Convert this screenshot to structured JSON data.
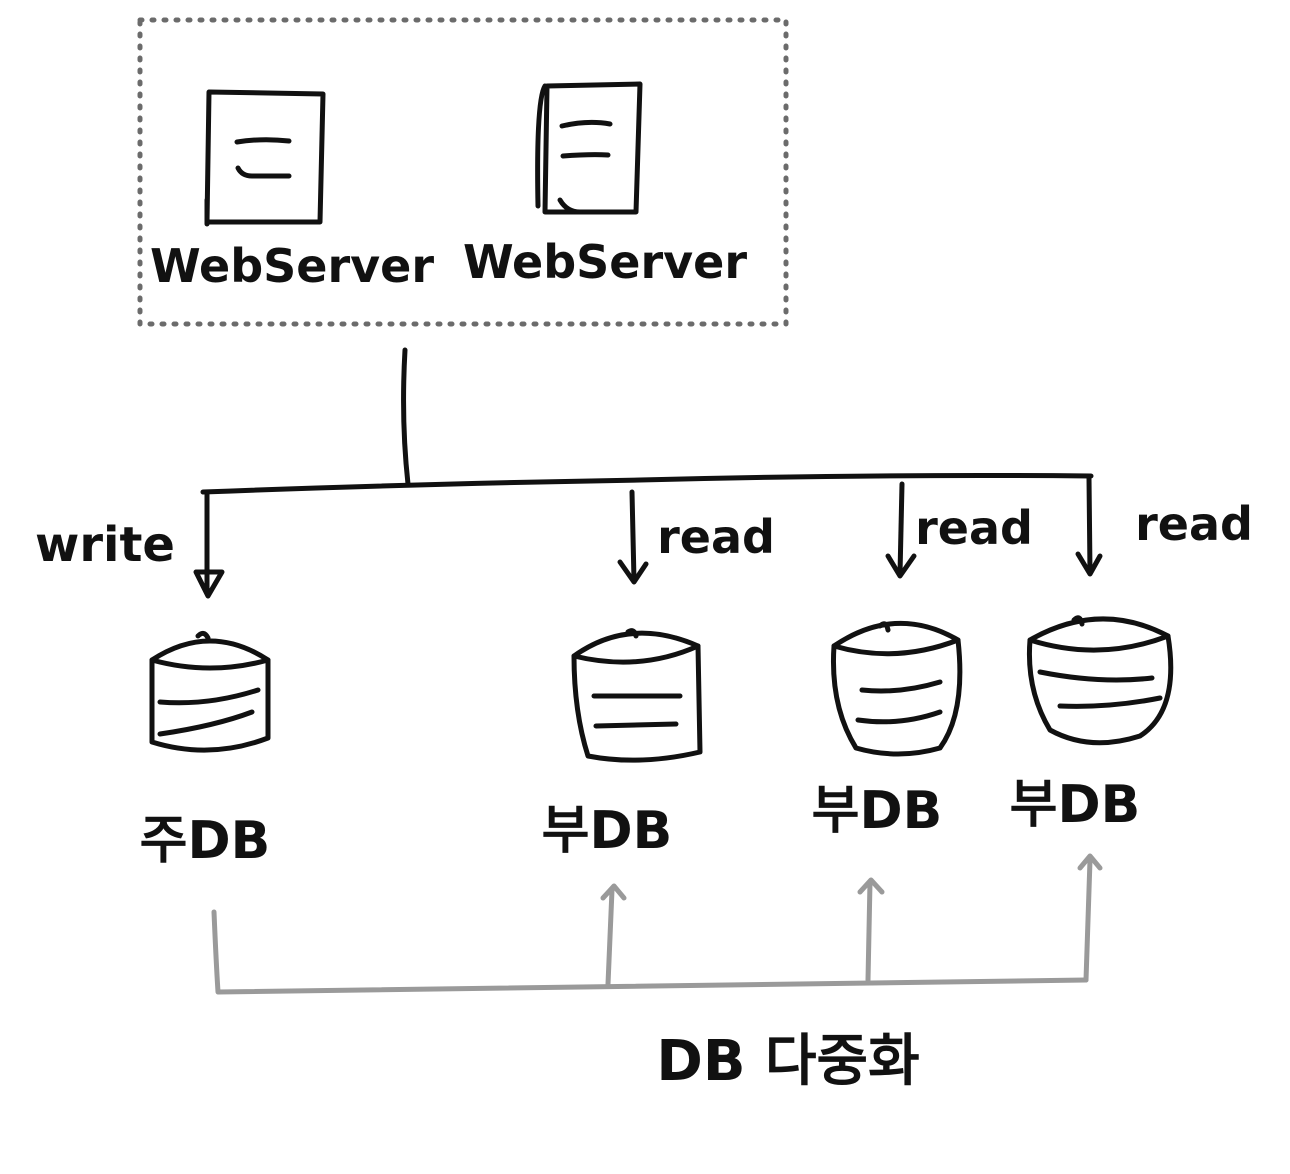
{
  "colors": {
    "ink": "#111111",
    "replication_arrows": "#9a9a9a",
    "group_border": "#6b6b6b",
    "background": "#ffffff"
  },
  "web_servers": [
    {
      "label": "WebServer",
      "icon": "server-icon"
    },
    {
      "label": "WebServer",
      "icon": "server-icon"
    }
  ],
  "flows": {
    "write_label": "write",
    "read_labels": [
      "read",
      "read",
      "read"
    ]
  },
  "databases": {
    "primary": {
      "label": "주DB",
      "icon": "database-icon"
    },
    "replicas": [
      {
        "label": "부DB",
        "icon": "database-icon"
      },
      {
        "label": "부DB",
        "icon": "database-icon"
      },
      {
        "label": "부DB",
        "icon": "database-icon"
      }
    ]
  },
  "replication": {
    "label": "DB 다중화"
  }
}
